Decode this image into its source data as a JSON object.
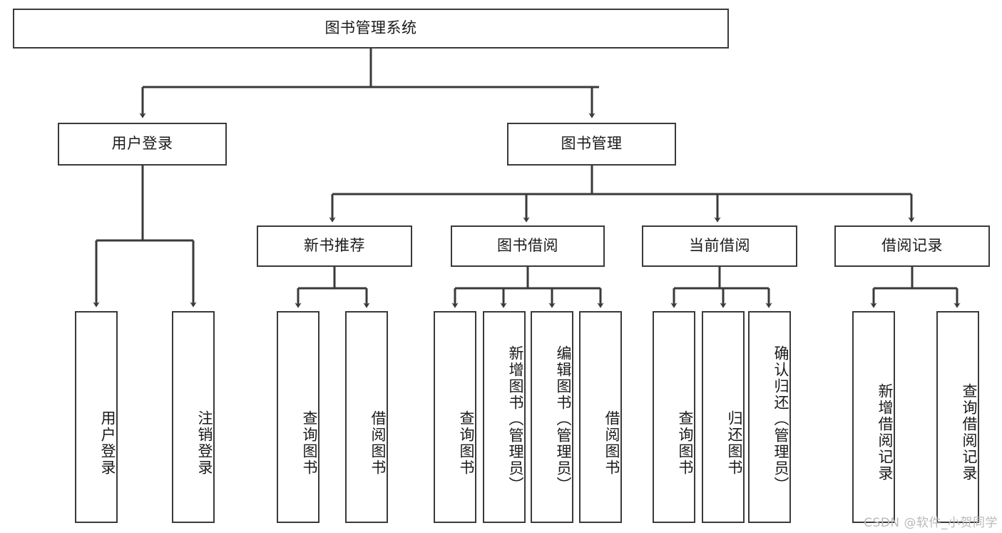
{
  "diagram": {
    "title": "图书管理系统",
    "type": "hierarchy-tree",
    "colors": {
      "box_border": "#3a3a3a",
      "box_fill": "#ffffff",
      "edge": "#3a3a3a",
      "text": "#1a1a1a",
      "watermark": "#b9b9b9",
      "background": "#ffffff"
    },
    "root": {
      "label": "图书管理系统"
    },
    "level2": [
      {
        "label": "用户登录"
      },
      {
        "label": "图书管理"
      }
    ],
    "level3": [
      {
        "label": "新书推荐"
      },
      {
        "label": "图书借阅"
      },
      {
        "label": "当前借阅"
      },
      {
        "label": "借阅记录"
      }
    ],
    "leaves": {
      "user_login": [
        {
          "label": "用户登录"
        },
        {
          "label": "注销登录"
        }
      ],
      "new_book_recommend": [
        {
          "label": "查询图书"
        },
        {
          "label": "借阅图书"
        }
      ],
      "book_borrow": [
        {
          "label": "查询图书"
        },
        {
          "label": "新增图书（管理员）"
        },
        {
          "label": "编辑图书（管理员）"
        },
        {
          "label": "借阅图书"
        }
      ],
      "current_borrow": [
        {
          "label": "查询图书"
        },
        {
          "label": "归还图书"
        },
        {
          "label": "确认归还（管理员）"
        }
      ],
      "borrow_record": [
        {
          "label": "新增借阅记录"
        },
        {
          "label": "查询借阅记录"
        }
      ]
    }
  },
  "watermark": {
    "text": "CSDN @软件_小贺同学"
  }
}
